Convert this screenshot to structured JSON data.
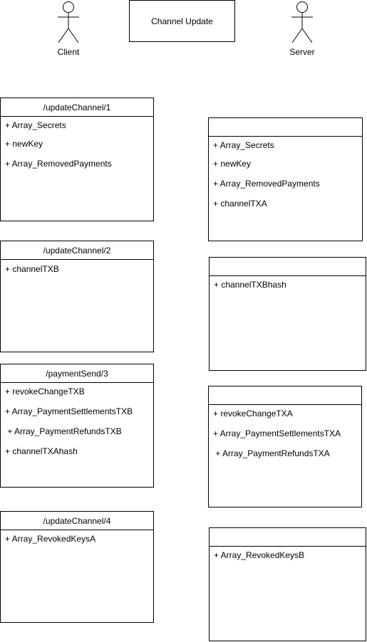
{
  "title": "Channel Update",
  "actors": {
    "client": "Client",
    "server": "Server"
  },
  "client_boxes": [
    {
      "header": "/updateChannel/1",
      "items": [
        "+ Array_Secrets",
        "+ newKey",
        "+ Array_RemovedPayments"
      ]
    },
    {
      "header": "/updateChannel/2",
      "items": [
        "+ channelTXB"
      ]
    },
    {
      "header": "/paymentSend/3",
      "items": [
        "+ revokeChangeTXB",
        "+ Array_PaymentSettlementsTXB",
        " + Array_PaymentRefundsTXB",
        "+ channelTXAhash"
      ]
    },
    {
      "header": "/updateChannel/4",
      "items": [
        "+ Array_RevokedKeysA"
      ]
    }
  ],
  "server_boxes": [
    {
      "header": "",
      "items": [
        "+ Array_Secrets",
        "+ newKey",
        "+ Array_RemovedPayments",
        "+ channelTXA"
      ]
    },
    {
      "header": "",
      "items": [
        "+ channelTXBhash"
      ]
    },
    {
      "header": "",
      "items": [
        "+ revokeChangeTXA",
        "+ Array_PaymentSettlementsTXA",
        " + Array_PaymentRefundsTXA"
      ]
    },
    {
      "header": "",
      "items": [
        "+ Array_RevokedKeysB"
      ]
    }
  ]
}
